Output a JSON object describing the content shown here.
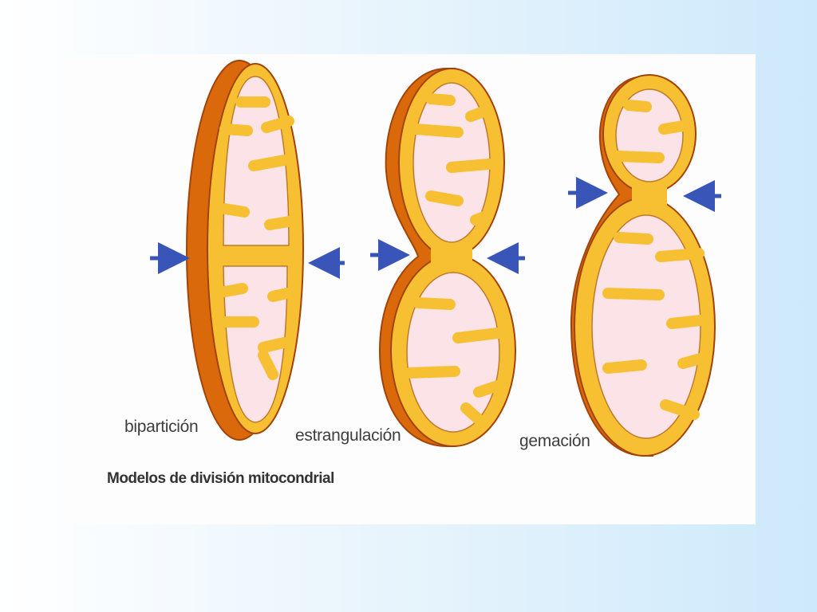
{
  "caption": "Modelos de división mitocondrial",
  "models": [
    {
      "label": "bipartición"
    },
    {
      "label": "estrangulación"
    },
    {
      "label": "gemación"
    }
  ],
  "colors": {
    "outer_membrane": "#e8820f",
    "inner_membrane": "#f7c033",
    "matrix": "#fbe3e8",
    "outline": "#a3430a",
    "arrow": "#3a55b8"
  }
}
